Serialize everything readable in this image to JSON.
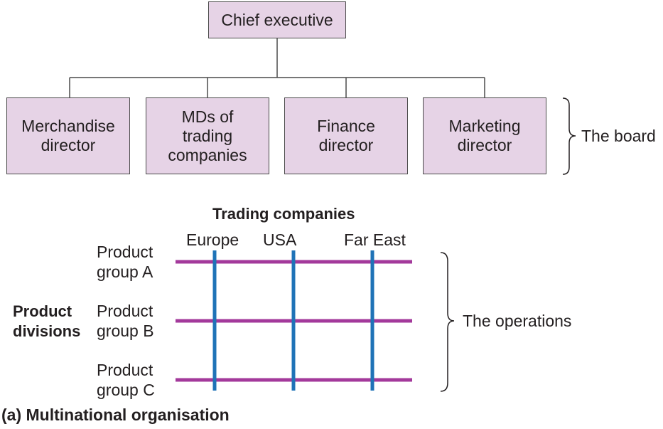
{
  "org_chart": {
    "chief": "Chief executive",
    "directors": [
      "Merchandise\ndirector",
      "MDs of\ntrading\ncompanies",
      "Finance\ndirector",
      "Marketing\ndirector"
    ],
    "board_label": "The board"
  },
  "matrix": {
    "columns_title": "Trading companies",
    "columns": [
      "Europe",
      "USA",
      "Far East"
    ],
    "rows_title": "Product\ndivisions",
    "rows": [
      "Product\ngroup A",
      "Product\ngroup B",
      "Product\ngroup C"
    ],
    "operations_label": "The operations"
  },
  "caption": "(a) Multinational organisation",
  "colors": {
    "box_fill": "#e6d3e6",
    "row_line": "#a3399b",
    "column_line": "#1f73b7"
  }
}
